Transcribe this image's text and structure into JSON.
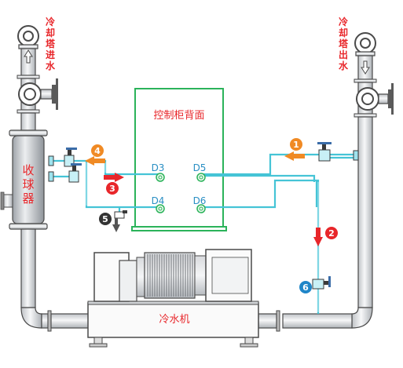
{
  "labels": {
    "left_tower_in": [
      "冷",
      "却",
      "塔",
      "进",
      "水"
    ],
    "right_tower_out": [
      "冷",
      "却",
      "塔",
      "出",
      "水"
    ],
    "collector": [
      "收",
      "球",
      "器"
    ],
    "panel_title": "控制柜背面",
    "chiller": "冷水机"
  },
  "ports": {
    "d3": "D3",
    "d4": "D4",
    "d5": "D5",
    "d6": "D6"
  },
  "badges": {
    "b1": "1",
    "b2": "2",
    "b3": "3",
    "b4": "4",
    "b5": "5",
    "b6": "6"
  },
  "colors": {
    "pipe_fill": "#ecedef",
    "pipe_stroke": "#4a4a4a",
    "panel_green": "#2bb35a",
    "thin_pipe": "#45c4d6",
    "badge_orange": "#f08a24",
    "badge_red": "#e8262a",
    "badge_blue": "#1f86c8",
    "badge_dark": "#333333",
    "text_red": "#e8262a"
  }
}
